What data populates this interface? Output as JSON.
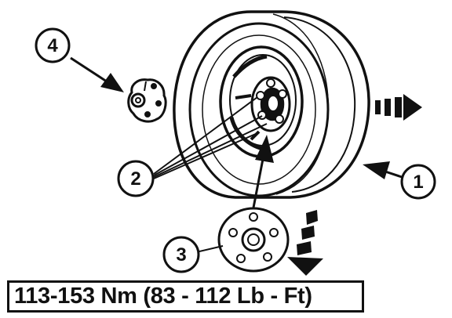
{
  "callouts": {
    "tire": "1",
    "lug_nuts": "2",
    "wheel_cover": "3",
    "hub_cap": "4"
  },
  "torque_spec": "113-153 Nm (83 - 112 Lb - Ft)",
  "icons": {
    "direction_arrow_right": "hollow-dashed-arrow-right",
    "direction_arrow_down": "hollow-dashed-arrow-down-left"
  },
  "colors": {
    "ink": "#111111",
    "paper": "#ffffff"
  }
}
